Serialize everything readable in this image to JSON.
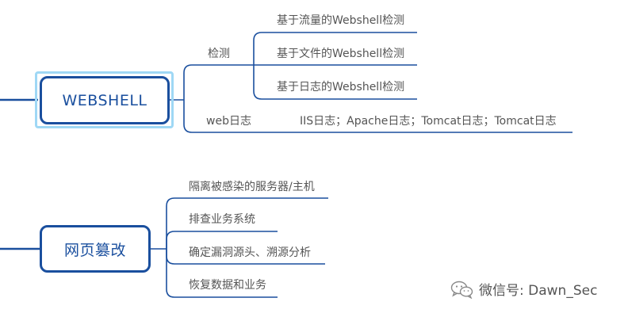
{
  "webshell": {
    "title": "WEBSHELL",
    "branch_detect": "检测",
    "detect_items": [
      "基于流量的Webshell检测",
      "基于文件的Webshell检测",
      "基于日志的Webshell检测"
    ],
    "branch_weblog": "web日志",
    "weblog_item": "IIS日志；Apache日志；Tomcat日志；Tomcat日志"
  },
  "tamper": {
    "title": "网页篡改",
    "items": [
      "隔离被感染的服务器/主机",
      "排查业务系统",
      "确定漏洞源头、溯源分析",
      "恢复数据和业务"
    ]
  },
  "watermark": {
    "text": "微信号: Dawn_Sec",
    "icon": "wechat-icon"
  },
  "colors": {
    "node_border": "#1a4f9e",
    "line": "#1a4f9e",
    "selection": "#9fd8f5",
    "text": "#555555"
  }
}
